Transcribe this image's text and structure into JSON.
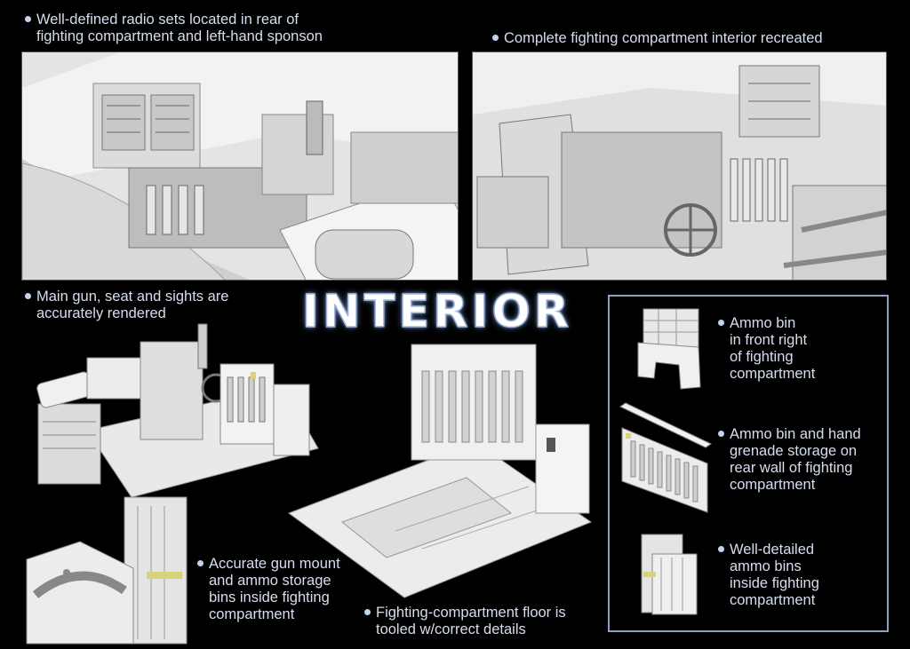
{
  "title": "INTERIOR",
  "captions": {
    "radio": {
      "lines": [
        "Well-defined radio sets located in rear of",
        "fighting compartment and left-hand sponson"
      ]
    },
    "interior": {
      "lines": [
        "Complete fighting compartment interior recreated"
      ]
    },
    "main_gun": {
      "lines": [
        "Main gun, seat and sights are",
        "accurately rendered"
      ]
    },
    "gun_mount": {
      "lines": [
        "Accurate gun mount",
        "and ammo storage",
        "bins inside fighting",
        "compartment"
      ]
    },
    "floor": {
      "lines": [
        "Fighting-compartment floor is",
        "tooled w/correct details"
      ]
    },
    "ammo_front": {
      "lines": [
        "Ammo bin",
        "in front right",
        "of fighting",
        "compartment"
      ]
    },
    "ammo_rear": {
      "lines": [
        "Ammo bin and hand",
        "grenade storage on",
        "rear wall of fighting",
        "compartment"
      ]
    },
    "ammo_detail": {
      "lines": [
        "Well-detailed",
        "ammo bins",
        "inside fighting",
        "compartment"
      ]
    }
  },
  "colors": {
    "background": "#000000",
    "text": "#d5deee",
    "frame": "#8ea0c4",
    "model_light": "#f0f0f0",
    "model_shadow": "#9c9c9c",
    "accent_yellow": "#d8d27a"
  }
}
